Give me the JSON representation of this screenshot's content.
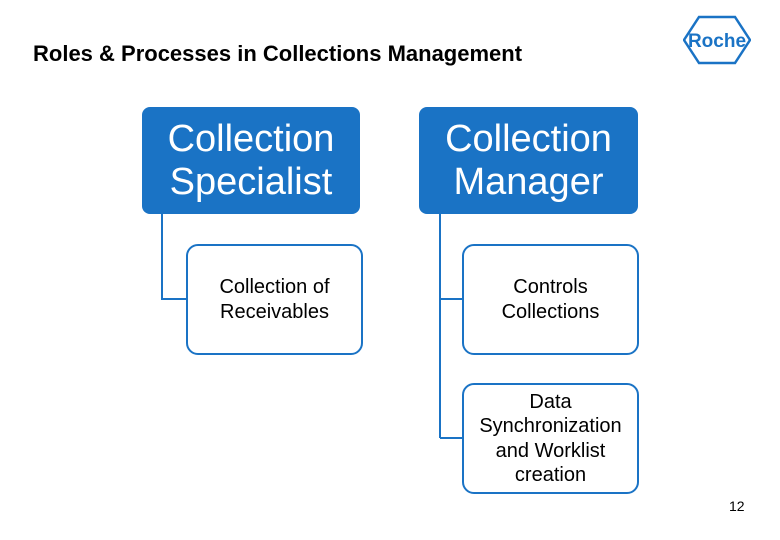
{
  "slide": {
    "title": "Roles & Processes in Collections Management",
    "logo_text": "Roche",
    "page_number": "12"
  },
  "roles": [
    {
      "label": "Collection Specialist",
      "processes": [
        "Collection of Receivables"
      ]
    },
    {
      "label": "Collection Manager",
      "processes": [
        "Controls Collections",
        "Data Synchronization and Worklist creation"
      ]
    }
  ],
  "colors": {
    "role_fill": "#1a73c5",
    "process_border": "#1a73c5",
    "connector": "#1a73c5",
    "logo": "#1a73c5"
  }
}
